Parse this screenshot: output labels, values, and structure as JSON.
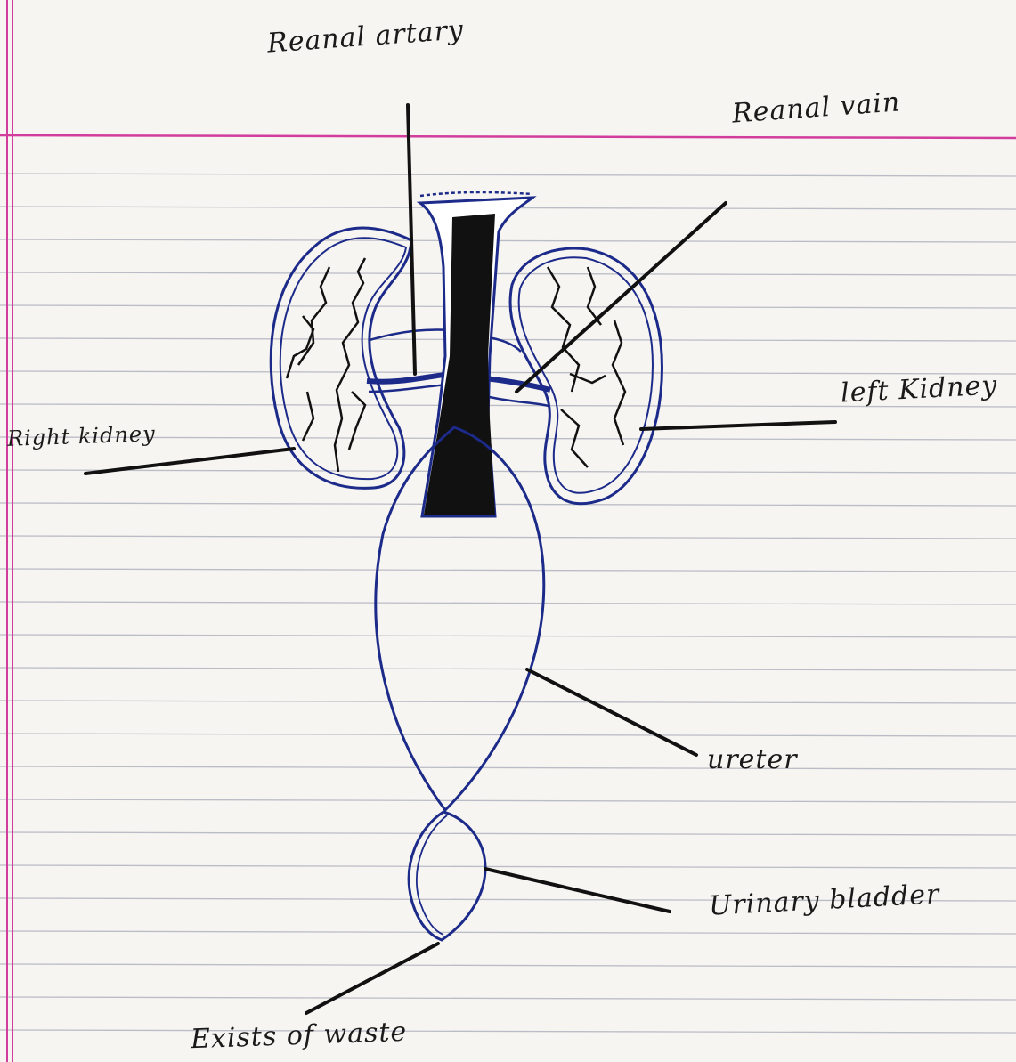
{
  "diagram": {
    "labels": {
      "renal_artery": "Reanal artary",
      "renal_vein": "Reanal vain",
      "left_kidney": "left Kidney",
      "right_kidney": "Right kidney",
      "ureter": "ureter",
      "urinary_bladder": "Urinary bladder",
      "exit": "Exists of waste"
    },
    "colors": {
      "ink_outline": "#1c2a8a",
      "ink_leader": "#111111",
      "paper": "#f7f5f1",
      "ruled_line": "#8a8fa3",
      "margin_line": "#d23c9c"
    }
  }
}
